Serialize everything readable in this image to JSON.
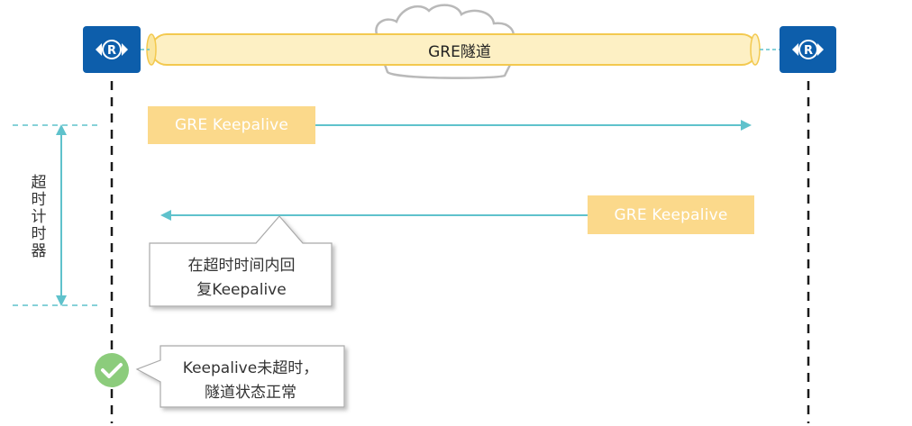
{
  "tunnel": {
    "label": "GRE隧道"
  },
  "messages": {
    "keepalive_request": "GRE Keepalive",
    "keepalive_reply": "GRE Keepalive"
  },
  "timer": {
    "label": "超时计时器"
  },
  "callouts": {
    "reply_line1": "在超时时间内回",
    "reply_line2": "复Keepalive",
    "status_line1": "Keepalive未超时，",
    "status_line2": "隧道状态正常"
  },
  "icons": {
    "router_left": "router-icon",
    "router_right": "router-icon",
    "cloud": "cloud-icon",
    "status": "check-circle-icon"
  },
  "colors": {
    "router": "#0d5eab",
    "tunnel_fill": "#fdf0c4",
    "tunnel_stroke": "#f3c94f",
    "message_box": "#fbd98b",
    "arrow": "#5fc2cc",
    "check": "#8ccc7c"
  }
}
